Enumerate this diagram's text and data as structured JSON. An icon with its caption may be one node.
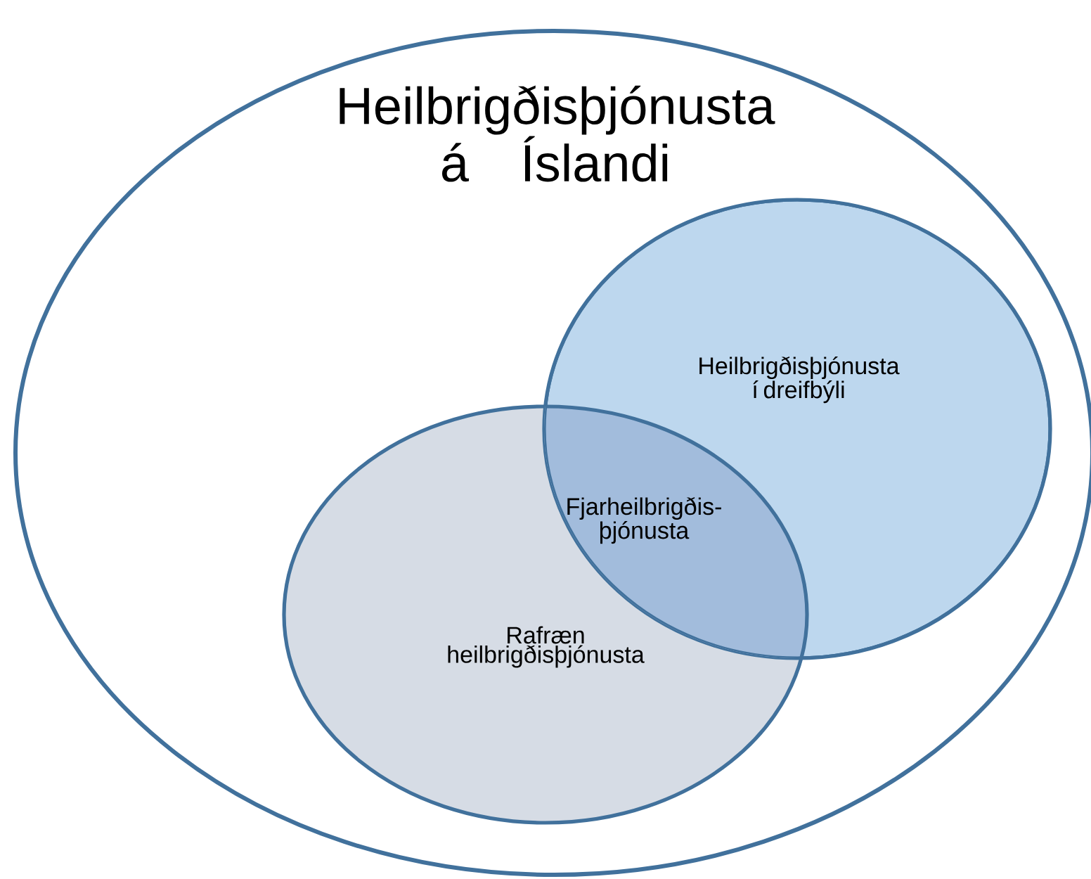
{
  "diagram": {
    "nodes": [
      {
        "text": [
          "Heilbrigðisþjónusta á Íslandi"
        ]
      },
      {
        "text": [
          "Heilbrigðisþjónusta í dreifbýli"
        ],
        "in": 0
      },
      {
        "text": [
          "Rafræn heilbrigðisþjónusta"
        ],
        "in": 0
      }
    ],
    "labels": [
      "Fjarheilbrigðis-þjónusta"
    ]
  }
}
